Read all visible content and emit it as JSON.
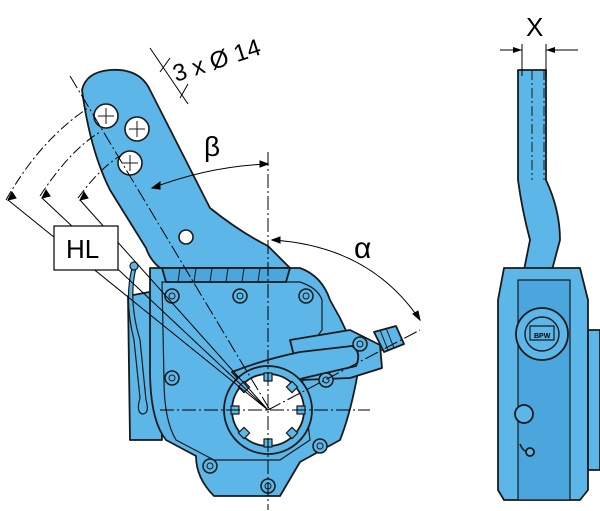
{
  "labels": {
    "holes": "3 x Ø 14",
    "beta": "β",
    "alpha": "α",
    "hl": "HL",
    "x": "X",
    "logo": "BPW"
  },
  "colors": {
    "body": "#5cb6e8",
    "body_dark": "#3f95c9",
    "outline": "#1a1a1a",
    "background": "#ffffff"
  }
}
